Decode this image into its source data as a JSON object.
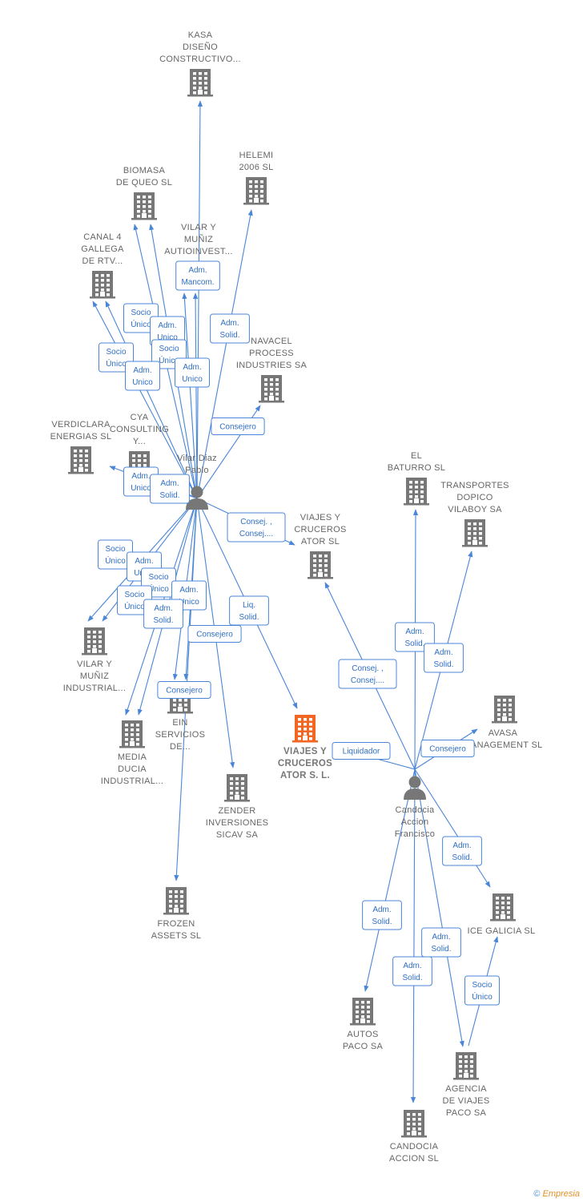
{
  "footer": {
    "copyright": "©",
    "brand": "Empresia"
  },
  "colors": {
    "edge": "#4a86d8",
    "building": "#777777",
    "focus": "#f26522",
    "person": "#777777"
  },
  "nodes": [
    {
      "id": "kasa",
      "type": "company",
      "lines": [
        "KASA",
        "DISEÑO",
        "CONSTRUCTIVO..."
      ]
    },
    {
      "id": "helemi",
      "type": "company",
      "lines": [
        "HELEMI",
        "2006 SL"
      ]
    },
    {
      "id": "biomasa",
      "type": "company",
      "lines": [
        "BIOMASA",
        "DE QUEO  SL"
      ]
    },
    {
      "id": "vilar_autio",
      "type": "company",
      "lines": [
        "VILAR Y",
        "MUÑIZ",
        "AUTIOINVEST..."
      ]
    },
    {
      "id": "canal4",
      "type": "company",
      "lines": [
        "CANAL 4",
        "GALLEGA",
        "DE RTV..."
      ]
    },
    {
      "id": "navacel",
      "type": "company",
      "lines": [
        "NAVACEL",
        "PROCESS",
        "INDUSTRIES SA"
      ]
    },
    {
      "id": "verdiclara",
      "type": "company",
      "lines": [
        "VERDICLARA",
        "ENERGIAS SL"
      ]
    },
    {
      "id": "cya",
      "type": "company",
      "lines": [
        "CYA",
        "CONSULTING",
        "Y..."
      ]
    },
    {
      "id": "vilar_pablo",
      "type": "person",
      "lines": [
        "Vilar Diaz",
        "Pablo"
      ]
    },
    {
      "id": "el_baturro",
      "type": "company",
      "lines": [
        "EL",
        "BATURRO  SL"
      ]
    },
    {
      "id": "transportes",
      "type": "company",
      "lines": [
        "TRANSPORTES",
        "DOPICO",
        "VILABOY SA"
      ]
    },
    {
      "id": "viajes_sl",
      "type": "company",
      "lines": [
        "VIAJES Y",
        "CRUCEROS",
        "ATOR  SL"
      ]
    },
    {
      "id": "vilar_ind",
      "type": "company",
      "lines": [
        "VILAR Y",
        "MUÑIZ",
        "INDUSTRIAL..."
      ]
    },
    {
      "id": "ein",
      "type": "company",
      "lines": [
        "EIN",
        "SERVICIOS",
        "DE..."
      ]
    },
    {
      "id": "media",
      "type": "company",
      "lines": [
        "MEDIA",
        "DUCIA",
        "INDUSTRIAL..."
      ]
    },
    {
      "id": "viajes_focus",
      "type": "focus",
      "lines": [
        "VIAJES Y",
        "CRUCEROS",
        "ATOR S. L."
      ]
    },
    {
      "id": "avasa",
      "type": "company",
      "lines": [
        "AVASA",
        "MANAGEMENT SL"
      ]
    },
    {
      "id": "zender",
      "type": "company",
      "lines": [
        "ZENDER",
        "INVERSIONES",
        "SICAV SA"
      ]
    },
    {
      "id": "candocia_p",
      "type": "person",
      "lines": [
        "Candocia",
        "Accion",
        "Francisco"
      ]
    },
    {
      "id": "frozen",
      "type": "company",
      "lines": [
        "FROZEN",
        "ASSETS SL"
      ]
    },
    {
      "id": "ice",
      "type": "company",
      "lines": [
        "ICE GALICIA SL"
      ]
    },
    {
      "id": "autos",
      "type": "company",
      "lines": [
        "AUTOS",
        "PACO SA"
      ]
    },
    {
      "id": "agencia",
      "type": "company",
      "lines": [
        "AGENCIA",
        "DE VIAJES",
        "PACO SA"
      ]
    },
    {
      "id": "candocia_sl",
      "type": "company",
      "lines": [
        "CANDOCIA",
        "ACCION SL"
      ]
    }
  ],
  "relations": [
    {
      "from": "vilar_pablo",
      "to": "kasa",
      "lines": [
        "Adm.",
        "Mancom."
      ]
    },
    {
      "from": "vilar_pablo",
      "to": "helemi",
      "lines": [
        "Adm.",
        "Solid."
      ]
    },
    {
      "from": "vilar_pablo",
      "to": "biomasa",
      "lines": [
        "Socio",
        "Único"
      ]
    },
    {
      "from": "vilar_pablo",
      "to": "biomasa",
      "lines": [
        "Adm.",
        "Unico"
      ]
    },
    {
      "from": "vilar_pablo",
      "to": "vilar_autio",
      "lines": [
        "Socio",
        "Único"
      ]
    },
    {
      "from": "vilar_pablo",
      "to": "vilar_autio",
      "lines": [
        "Adm.",
        "Unico"
      ]
    },
    {
      "from": "vilar_pablo",
      "to": "canal4",
      "lines": [
        "Socio",
        "Único"
      ]
    },
    {
      "from": "vilar_pablo",
      "to": "canal4",
      "lines": [
        "Adm.",
        "Unico"
      ]
    },
    {
      "from": "vilar_pablo",
      "to": "navacel",
      "lines": [
        "Consejero"
      ]
    },
    {
      "from": "vilar_pablo",
      "to": "verdiclara",
      "lines": [
        "Adm.",
        "Unico"
      ]
    },
    {
      "from": "vilar_pablo",
      "to": "cya",
      "lines": [
        "Adm.",
        "Solid."
      ]
    },
    {
      "from": "vilar_pablo",
      "to": "viajes_sl",
      "lines": [
        "Consej. ,",
        "Consej...."
      ]
    },
    {
      "from": "vilar_pablo",
      "to": "vilar_ind",
      "lines": [
        "Socio",
        "Único"
      ]
    },
    {
      "from": "vilar_pablo",
      "to": "vilar_ind",
      "lines": [
        "Adm.",
        "Unico"
      ]
    },
    {
      "from": "vilar_pablo",
      "to": "ein",
      "lines": [
        "Socio",
        "Único"
      ]
    },
    {
      "from": "vilar_pablo",
      "to": "ein",
      "lines": [
        "Adm.",
        "Unico"
      ]
    },
    {
      "from": "vilar_pablo",
      "to": "media",
      "lines": [
        "Socio",
        "Único"
      ]
    },
    {
      "from": "vilar_pablo",
      "to": "media",
      "lines": [
        "Adm.",
        "Solid."
      ]
    },
    {
      "from": "vilar_pablo",
      "to": "zender",
      "lines": [
        "Consejero"
      ]
    },
    {
      "from": "vilar_pablo",
      "to": "frozen",
      "lines": [
        "Consejero"
      ]
    },
    {
      "from": "vilar_pablo",
      "to": "viajes_focus",
      "lines": [
        "Liq.",
        "Solid."
      ]
    },
    {
      "from": "candocia_p",
      "to": "viajes_focus",
      "lines": [
        "Liquidador"
      ]
    },
    {
      "from": "candocia_p",
      "to": "viajes_sl",
      "lines": [
        "Consej. ,",
        "Consej...."
      ]
    },
    {
      "from": "candocia_p",
      "to": "el_baturro",
      "lines": [
        "Adm.",
        "Solid."
      ]
    },
    {
      "from": "candocia_p",
      "to": "transportes",
      "lines": [
        "Adm.",
        "Solid."
      ]
    },
    {
      "from": "candocia_p",
      "to": "avasa",
      "lines": [
        "Consejero"
      ]
    },
    {
      "from": "candocia_p",
      "to": "ice",
      "lines": [
        "Adm.",
        "Solid."
      ]
    },
    {
      "from": "candocia_p",
      "to": "autos",
      "lines": [
        "Adm.",
        "Solid."
      ]
    },
    {
      "from": "candocia_p",
      "to": "agencia",
      "lines": [
        "Adm.",
        "Solid."
      ]
    },
    {
      "from": "candocia_p",
      "to": "candocia_sl",
      "lines": [
        "Adm.",
        "Solid."
      ]
    },
    {
      "from": "agencia",
      "to": "ice",
      "lines": [
        "Socio",
        "Único"
      ]
    }
  ]
}
